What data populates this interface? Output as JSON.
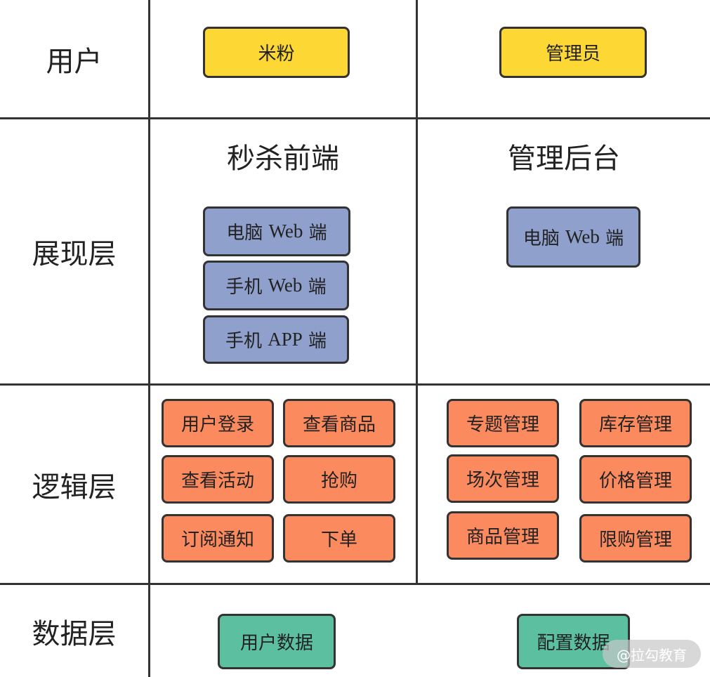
{
  "rows": {
    "user": "用户",
    "presentation": "展现层",
    "logic": "逻辑层",
    "data": "数据层"
  },
  "columns": {
    "left_title": "秒杀前端",
    "right_title": "管理后台"
  },
  "users": {
    "left": "米粉",
    "right": "管理员"
  },
  "presentation": {
    "left": [
      {
        "zh1": "电脑",
        "en": "Web",
        "zh2": "端"
      },
      {
        "zh1": "手机",
        "en": "Web",
        "zh2": "端"
      },
      {
        "zh1": "手机",
        "en": "APP",
        "zh2": "端"
      }
    ],
    "right": [
      {
        "zh1": "电脑",
        "en": "Web",
        "zh2": "端"
      }
    ]
  },
  "logic": {
    "left": [
      "用户登录",
      "查看商品",
      "查看活动",
      "抢购",
      "订阅通知",
      "下单"
    ],
    "right": [
      "专题管理",
      "库存管理",
      "场次管理",
      "价格管理",
      "商品管理",
      "限购管理"
    ]
  },
  "data": {
    "left": "用户数据",
    "right": "配置数据"
  },
  "watermark": "@拉勾教育",
  "colors": {
    "user": "#fdd835",
    "presentation": "#8fa0cc",
    "logic": "#fb8a5e",
    "data": "#5cc0a0",
    "grid": "#333333"
  }
}
